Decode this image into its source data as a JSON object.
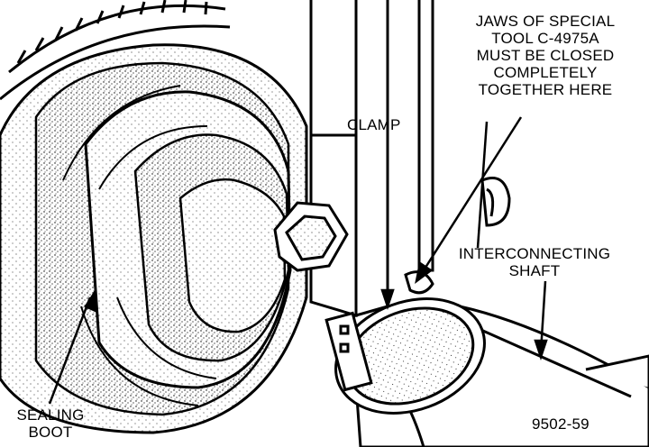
{
  "callouts": {
    "jaws_lines": [
      "JAWS OF SPECIAL",
      "TOOL C-4975A",
      "MUST BE CLOSED",
      "COMPLETELY",
      "TOGETHER HERE"
    ],
    "clamp": "CLAMP",
    "interconnecting_lines": [
      "INTERCONNECTING",
      "SHAFT"
    ],
    "sealing_lines": [
      "SEALING",
      "BOOT"
    ]
  },
  "figure_number": "9502-59"
}
